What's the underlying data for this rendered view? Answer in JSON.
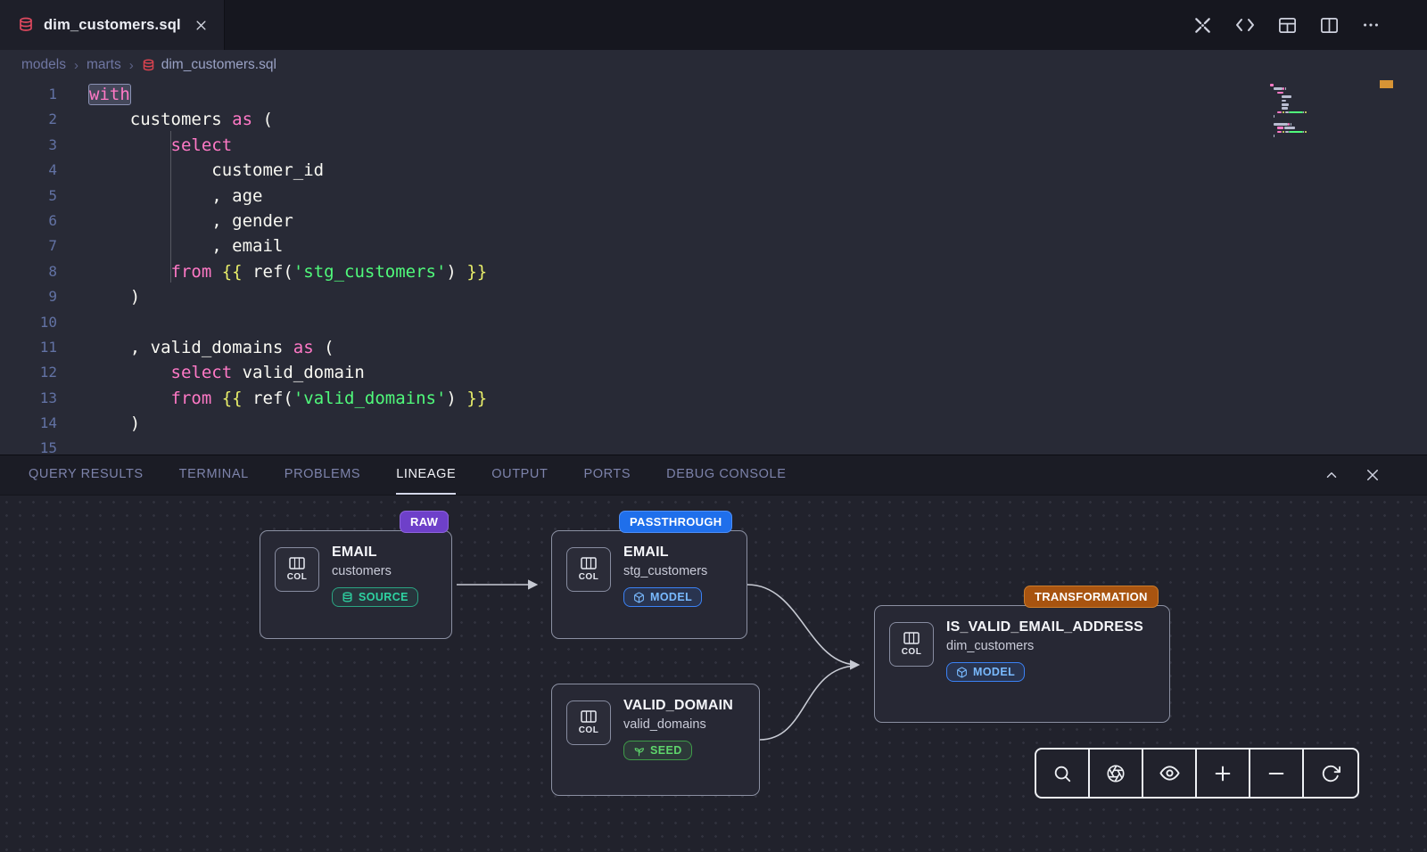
{
  "window": {
    "tab_title": "dim_customers.sql",
    "action_icons": [
      "dbt-logo",
      "code-preview",
      "layout",
      "split-editor",
      "more-actions"
    ]
  },
  "breadcrumb": {
    "separator": "›",
    "items": [
      "models",
      "marts",
      "dim_customers.sql"
    ]
  },
  "editor": {
    "line_numbers": [
      1,
      2,
      3,
      4,
      5,
      6,
      7,
      8,
      9,
      10,
      11,
      12,
      13,
      14,
      15
    ],
    "lines": [
      [
        {
          "t": "kw",
          "s": "with",
          "sel": true
        }
      ],
      [
        {
          "t": "pl",
          "s": "    customers "
        },
        {
          "t": "kw",
          "s": "as"
        },
        {
          "t": "pl",
          "s": " ("
        }
      ],
      [
        {
          "t": "pl",
          "s": "        "
        },
        {
          "t": "kw",
          "s": "select"
        }
      ],
      [
        {
          "t": "pl",
          "s": "            customer_id"
        }
      ],
      [
        {
          "t": "pl",
          "s": "            , age"
        }
      ],
      [
        {
          "t": "pl",
          "s": "            , gender"
        }
      ],
      [
        {
          "t": "pl",
          "s": "            , email"
        }
      ],
      [
        {
          "t": "pl",
          "s": "        "
        },
        {
          "t": "kw",
          "s": "from"
        },
        {
          "t": "pl",
          "s": " "
        },
        {
          "t": "brace",
          "s": "{{"
        },
        {
          "t": "pl",
          "s": " ref("
        },
        {
          "t": "str",
          "s": "'stg_customers'"
        },
        {
          "t": "pl",
          "s": ")"
        },
        {
          "t": "brace",
          "s": " }}"
        }
      ],
      [
        {
          "t": "pl",
          "s": "    )"
        }
      ],
      [],
      [
        {
          "t": "pl",
          "s": "    , valid_domains "
        },
        {
          "t": "kw",
          "s": "as"
        },
        {
          "t": "pl",
          "s": " ("
        }
      ],
      [
        {
          "t": "pl",
          "s": "        "
        },
        {
          "t": "kw",
          "s": "select"
        },
        {
          "t": "pl",
          "s": " valid_domain"
        }
      ],
      [
        {
          "t": "pl",
          "s": "        "
        },
        {
          "t": "kw",
          "s": "from"
        },
        {
          "t": "pl",
          "s": " "
        },
        {
          "t": "brace",
          "s": "{{"
        },
        {
          "t": "pl",
          "s": " ref("
        },
        {
          "t": "str",
          "s": "'valid_domains'"
        },
        {
          "t": "pl",
          "s": ")"
        },
        {
          "t": "brace",
          "s": " }}"
        }
      ],
      [
        {
          "t": "pl",
          "s": "    )"
        }
      ],
      []
    ]
  },
  "panel": {
    "tabs": [
      {
        "label": "QUERY RESULTS",
        "active": false
      },
      {
        "label": "TERMINAL",
        "active": false
      },
      {
        "label": "PROBLEMS",
        "active": false
      },
      {
        "label": "LINEAGE",
        "active": true
      },
      {
        "label": "OUTPUT",
        "active": false
      },
      {
        "label": "PORTS",
        "active": false
      },
      {
        "label": "DEBUG CONSOLE",
        "active": false
      }
    ]
  },
  "lineage": {
    "col_label": "COL",
    "nodes": [
      {
        "tag": "RAW",
        "title": "EMAIL",
        "subtitle": "customers",
        "badge": "SOURCE"
      },
      {
        "tag": "PASSTHROUGH",
        "title": "EMAIL",
        "subtitle": "stg_customers",
        "badge": "MODEL"
      },
      {
        "title": "VALID_DOMAIN",
        "subtitle": "valid_domains",
        "badge": "SEED"
      },
      {
        "tag": "TRANSFORMATION",
        "title": "IS_VALID_EMAIL_ADDRESS",
        "subtitle": "dim_customers",
        "badge": "MODEL"
      }
    ],
    "colors": {
      "raw_tag": "#6e40c9",
      "passthrough_tag": "#1f6feb",
      "transformation_tag": "#a85410",
      "source_badge": "#2ed3a2",
      "model_badge": "#79baff",
      "seed_badge": "#5fd66c",
      "keyword": "#ff79c6",
      "string": "#50fa7b"
    },
    "toolbar_icons": [
      "search",
      "aperture",
      "visibility",
      "zoom-in",
      "zoom-out",
      "refresh"
    ]
  }
}
